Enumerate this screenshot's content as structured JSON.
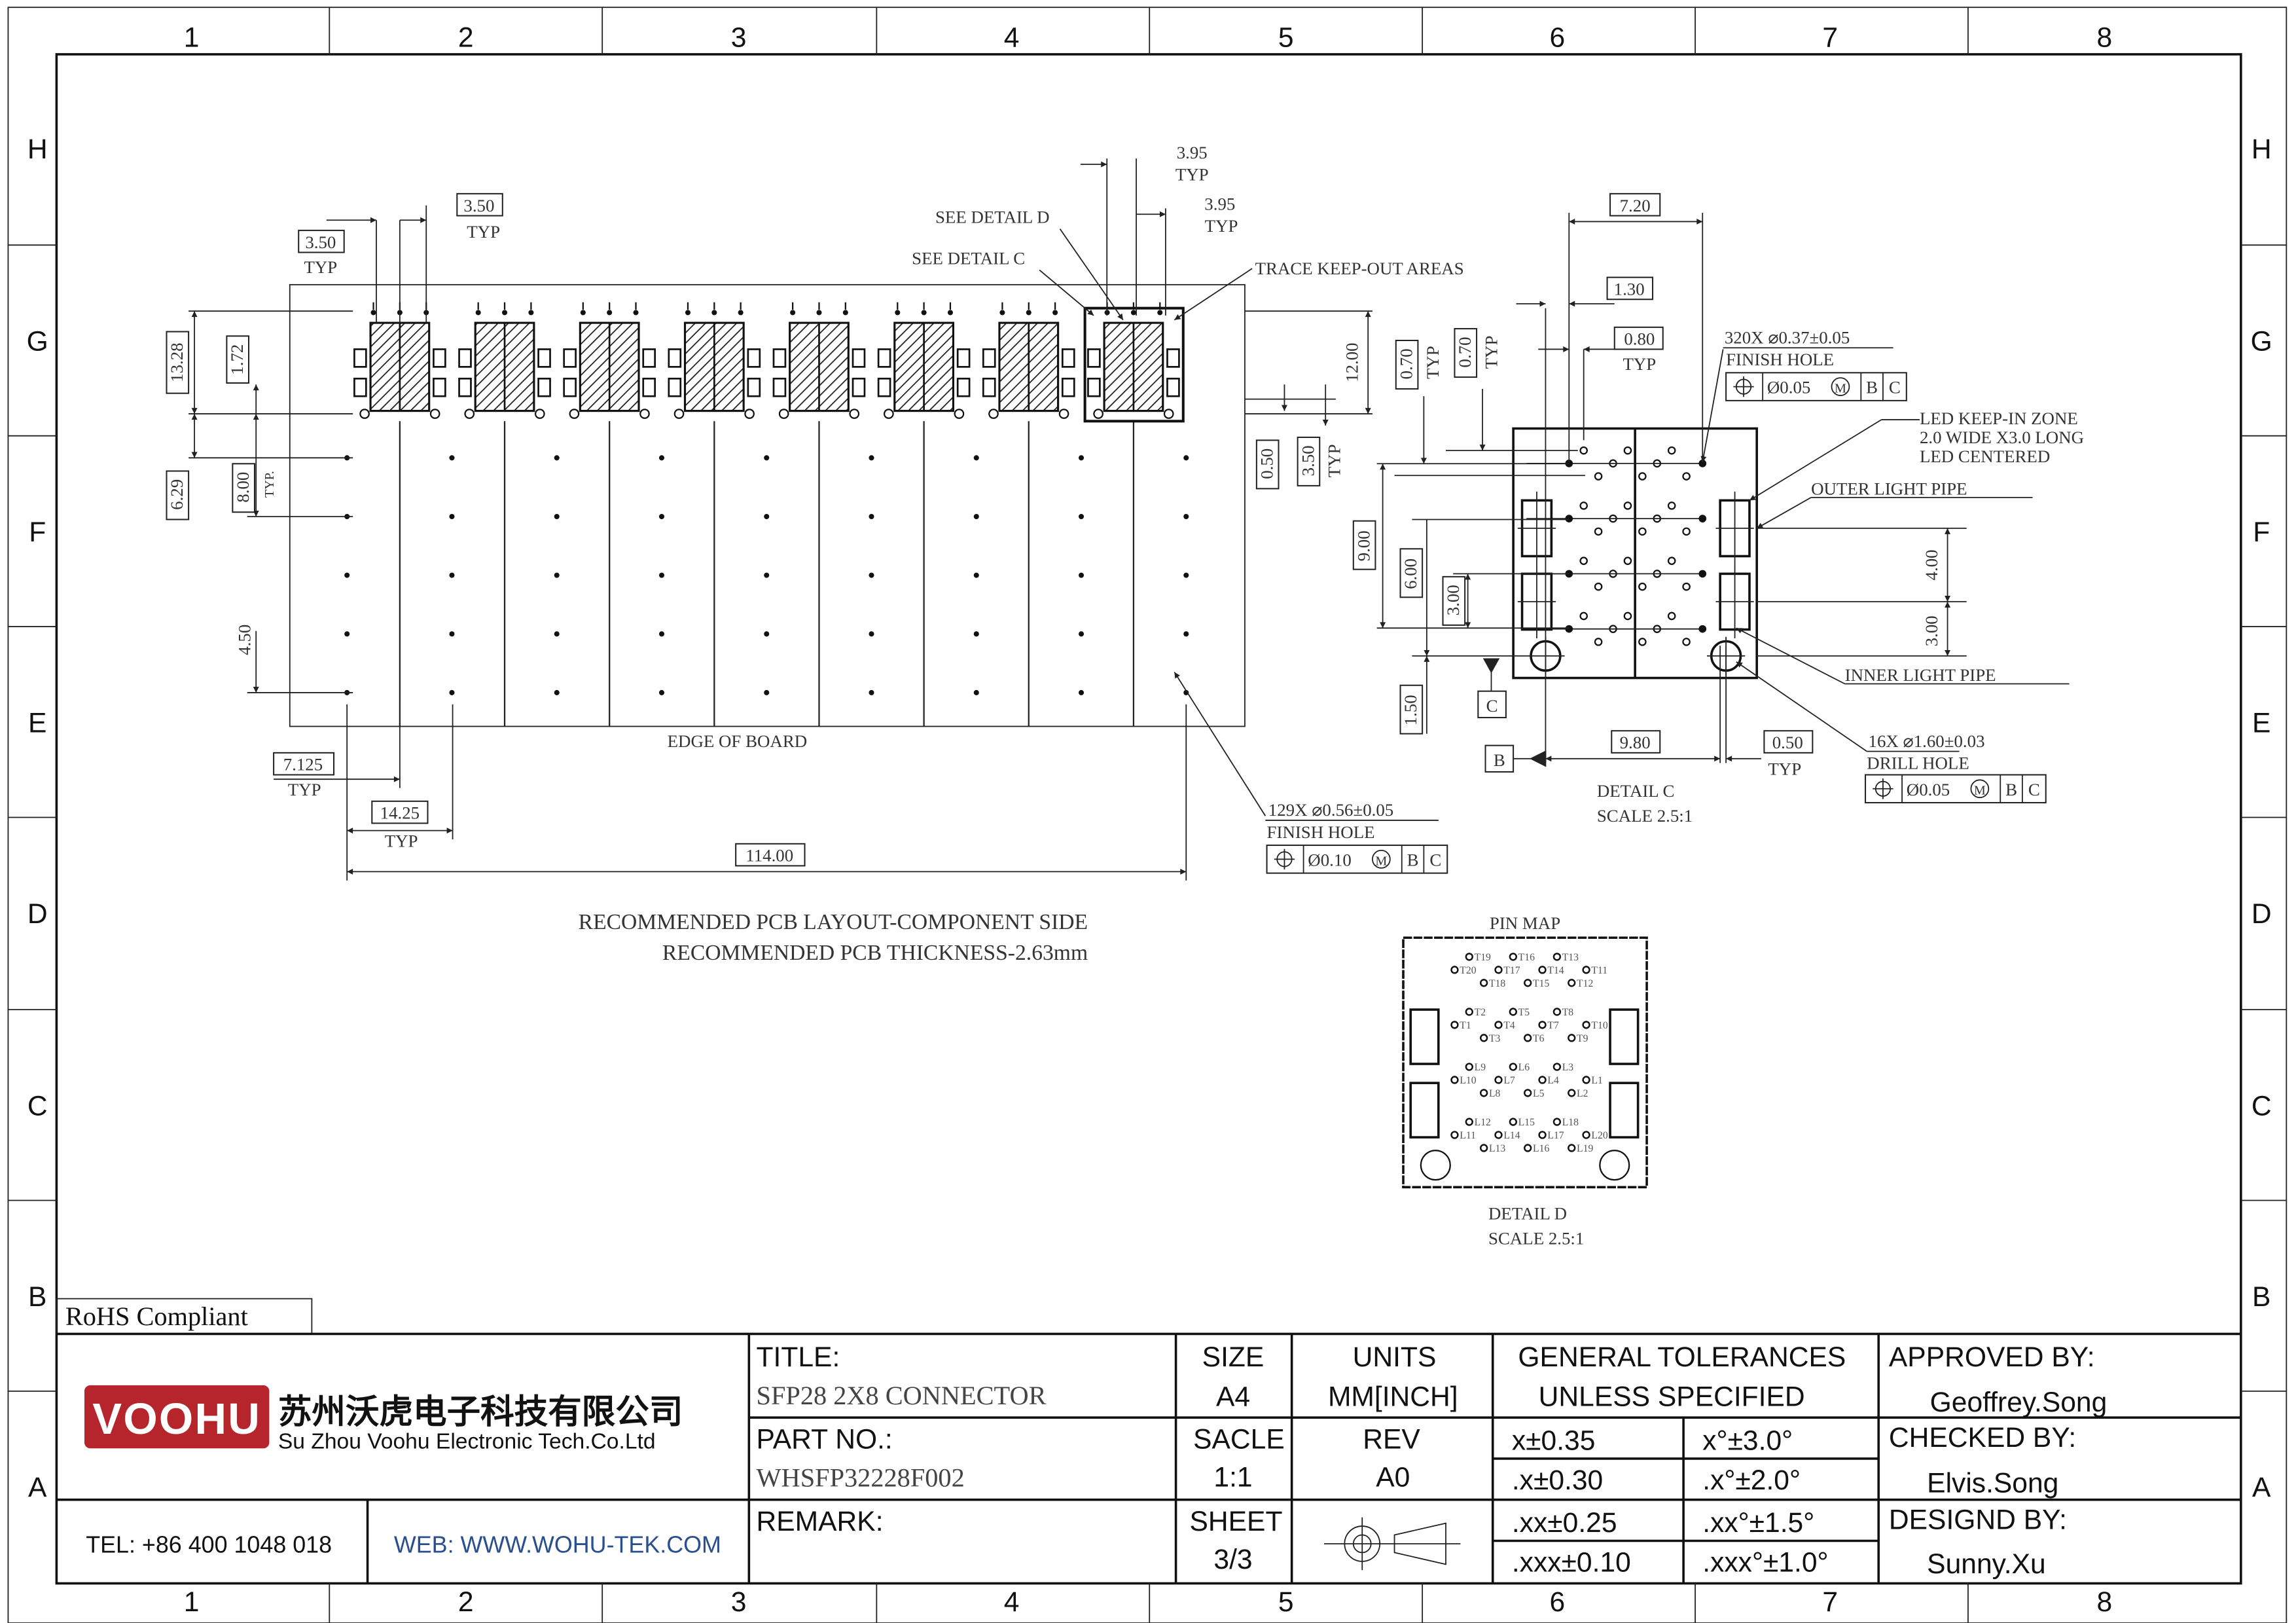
{
  "grid": {
    "columns": [
      "1",
      "2",
      "3",
      "4",
      "5",
      "6",
      "7",
      "8"
    ],
    "rows": [
      "H",
      "G",
      "F",
      "E",
      "D",
      "C",
      "B",
      "A"
    ]
  },
  "main_view": {
    "pitch_left": "3.50",
    "pitch_left_typ": "TYP",
    "pitch_top": "3.50",
    "pitch_top_typ": "TYP",
    "d395a": "3.95",
    "d395a_typ": "TYP",
    "d395b": "3.95",
    "d395b_typ": "TYP",
    "see_detail_d": "SEE DETAIL D",
    "see_detail_c": "SEE DETAIL C",
    "trace_keepout": "TRACE KEEP-OUT AREAS",
    "d1328": "13.28",
    "d172": "1.72",
    "d629": "6.29",
    "d800": "8.00",
    "d800_typ": "TYP.",
    "d450": "4.50",
    "d1200": "12.00",
    "d050": "0.50",
    "d350v": "3.50",
    "d350v_typ": "TYP",
    "d7125": "7.125",
    "d7125_typ": "TYP",
    "d1425": "14.25",
    "d1425_typ": "TYP",
    "d11400": "114.00",
    "edge_of_board": "EDGE OF BOARD",
    "hole_callout": "129X ⌀0.56±0.05",
    "hole_type": "FINISH HOLE",
    "fcf": {
      "tol": "Ø0.10",
      "mod": "M",
      "datum1": "B",
      "datum2": "C"
    },
    "note1": "RECOMMENDED PCB LAYOUT-COMPONENT SIDE",
    "note2": "RECOMMENDED PCB THICKNESS-2.63mm",
    "connector_count": 8
  },
  "detail_c": {
    "d720": "7.20",
    "d130": "1.30",
    "d080": "0.80",
    "d080_typ": "TYP",
    "d070a": "0.70",
    "d070a_typ": "TYP",
    "d070b": "0.70",
    "d070b_typ": "TYP",
    "d900": "9.00",
    "d600": "6.00",
    "d300": "3.00",
    "d150": "1.50",
    "datum_c": "C",
    "datum_b": "B",
    "d980": "9.80",
    "d050": "0.50",
    "d050_typ": "TYP",
    "d400": "4.00",
    "d300r": "3.00",
    "hole_callout": "320X ⌀0.37±0.05",
    "hole_type": "FINISH HOLE",
    "fcf": {
      "tol": "Ø0.05",
      "mod": "M",
      "datum1": "B",
      "datum2": "C"
    },
    "led_zone_1": "LED KEEP-IN ZONE",
    "led_zone_2": "2.0 WIDE X3.0 LONG",
    "led_zone_3": "LED CENTERED",
    "outer_pipe": "OUTER LIGHT PIPE",
    "inner_pipe": "INNER LIGHT PIPE",
    "drill_callout": "16X ⌀1.60±0.03",
    "drill_type": "DRILL HOLE",
    "fcf2": {
      "tol": "Ø0.05",
      "mod": "M",
      "datum1": "B",
      "datum2": "C"
    },
    "title": "DETAIL C",
    "scale": "SCALE 2.5:1"
  },
  "detail_d": {
    "heading": "PIN MAP",
    "title": "DETAIL D",
    "scale": "SCALE 2.5:1",
    "pin_groups": [
      [
        [
          "T19",
          "T16",
          "T13"
        ],
        [
          "T20",
          "T17",
          "T14",
          "T11"
        ],
        [
          "T18",
          "T15",
          "T12"
        ]
      ],
      [
        [
          "T2",
          "T5",
          "T8"
        ],
        [
          "T1",
          "T4",
          "T7",
          "T10"
        ],
        [
          "T3",
          "T6",
          "T9"
        ]
      ],
      [
        [
          "L9",
          "L6",
          "L3"
        ],
        [
          "L10",
          "L7",
          "L4",
          "L1"
        ],
        [
          "L8",
          "L5",
          "L2"
        ]
      ],
      [
        [
          "L12",
          "L15",
          "L18"
        ],
        [
          "L11",
          "L14",
          "L17",
          "L20"
        ],
        [
          "L13",
          "L16",
          "L19"
        ]
      ]
    ]
  },
  "rohs": "RoHS Compliant",
  "title_block": {
    "logo_text": "VOOHU",
    "logo_color": "#b5252b",
    "company_cn": "苏州沃虎电子科技有限公司",
    "company_en": "Su Zhou Voohu Electronic Tech.Co.Ltd",
    "tel": "TEL: +86 400 1048 018",
    "web": "WEB: WWW.WOHU-TEK.COM",
    "title_label": "TITLE:",
    "title_value": "SFP28 2X8 CONNECTOR",
    "part_label": "PART NO.:",
    "part_value": "WHSFP32228F002",
    "remark_label": "REMARK:",
    "size_label": "SIZE",
    "size_value": "A4",
    "scale_label": "SACLE",
    "scale_value": "1:1",
    "sheet_label": "SHEET",
    "sheet_value": "3/3",
    "units_label": "UNITS",
    "units_value": "MM[INCH]",
    "rev_label": "REV",
    "rev_value": "A0",
    "tol_label_1": "GENERAL TOLERANCES",
    "tol_label_2": "UNLESS SPECIFIED",
    "tolerances": [
      [
        "x±0.35",
        "x°±3.0°"
      ],
      [
        ".x±0.30",
        ".x°±2.0°"
      ],
      [
        ".xx±0.25",
        ".xx°±1.5°"
      ],
      [
        ".xxx±0.10",
        ".xxx°±1.0°"
      ]
    ],
    "approved_label": "APPROVED BY:",
    "approved_value": "Geoffrey.Song",
    "checked_label": "CHECKED BY:",
    "checked_value": "Elvis.Song",
    "designed_label": "DESIGND BY:",
    "designed_value": "Sunny.Xu"
  }
}
